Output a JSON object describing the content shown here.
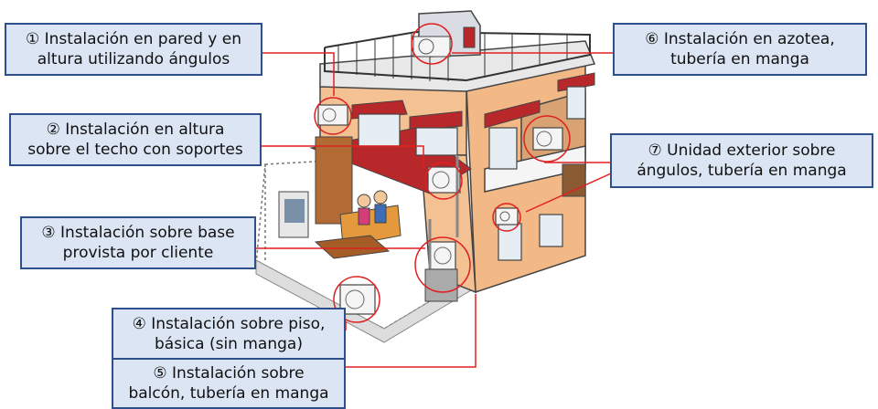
{
  "callouts": [
    {
      "id": 1,
      "line1": "① Instalación en pared y en",
      "line2": "altura utilizando ángulos"
    },
    {
      "id": 2,
      "line1": "② Instalación en altura",
      "line2": "sobre el techo con soportes"
    },
    {
      "id": 3,
      "line1": "③ Instalación sobre base",
      "line2": "provista por cliente"
    },
    {
      "id": 4,
      "line1": "④ Instalación sobre piso,",
      "line2": "básica (sin manga)"
    },
    {
      "id": 5,
      "line1": "⑤ Instalación sobre",
      "line2": "balcón, tubería en manga"
    },
    {
      "id": 6,
      "line1": "⑥ Instalación en azotea,",
      "line2": "tubería en manga"
    },
    {
      "id": 7,
      "line1": "⑦ Unidad exterior sobre",
      "line2": "ángulos, tubería en manga"
    }
  ],
  "colors": {
    "leader_line": "#e02020",
    "box_fill": "#dbe5f4",
    "box_border": "#2f4f8a",
    "wall": "#f2b987",
    "awning": "#b8282b"
  }
}
